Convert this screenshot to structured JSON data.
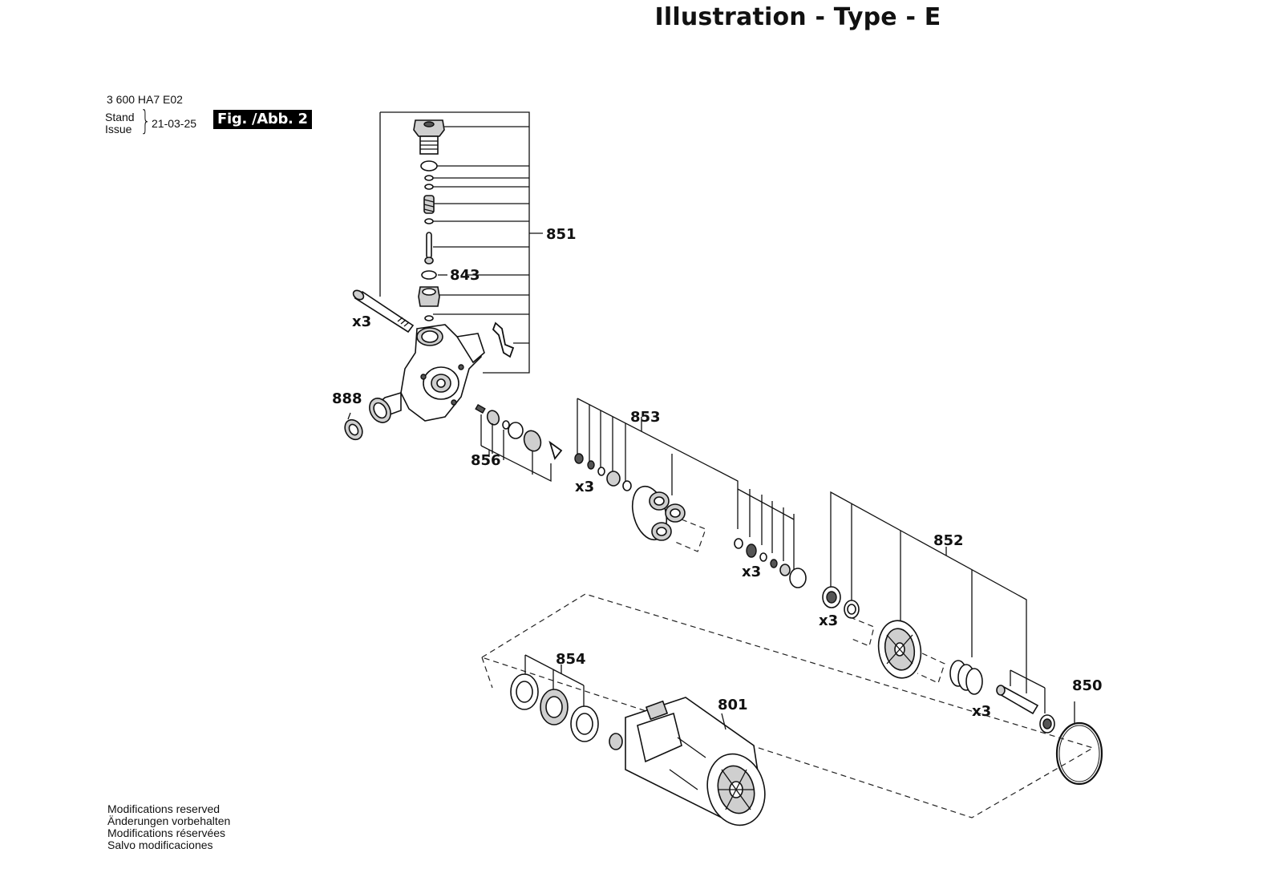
{
  "header": {
    "title": "Illustration - Type - E",
    "part_number": "3 600 HA7 E02",
    "stand_label": "Stand",
    "issue_label": "Issue",
    "issue_date": "21-03-25",
    "figure_label": "Fig. /Abb. 2"
  },
  "callouts": {
    "c851": "851",
    "c843": "843",
    "c888": "888",
    "c856": "856",
    "c853": "853",
    "c852": "852",
    "c854": "854",
    "c801": "801",
    "c850": "850"
  },
  "quantities": {
    "bolt": "x3",
    "valve_a": "x3",
    "valve_b": "x3",
    "seal": "x3",
    "piston": "x3"
  },
  "notes": [
    "Modifications reserved",
    "Änderungen vorbehalten",
    "Modifications réservées",
    "Salvo modificaciones"
  ]
}
